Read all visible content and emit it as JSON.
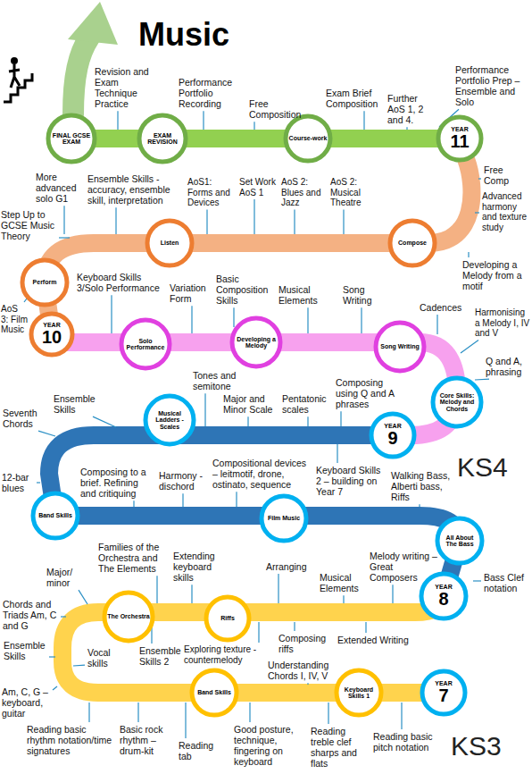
{
  "diagram": {
    "title": "Music",
    "nodes": [
      {
        "text": [
          "FINAL GCSE EXAM"
        ]
      },
      {
        "text": [
          "EXAM REVISION"
        ]
      },
      {
        "text": [
          "Course-work"
        ]
      },
      {
        "text": [
          "YEAR",
          "11"
        ]
      },
      {
        "text": [
          "Listen"
        ]
      },
      {
        "text": [
          "Compose"
        ]
      },
      {
        "text": [
          "Perform"
        ]
      },
      {
        "text": [
          "YEAR",
          "10"
        ]
      },
      {
        "text": [
          "Solo Performance"
        ]
      },
      {
        "text": [
          "Developing a Melody"
        ]
      },
      {
        "text": [
          "Song Writing"
        ]
      },
      {
        "text": [
          "Core Skills: Melody and Chords"
        ]
      },
      {
        "text": [
          "Musical Ladders - Scales"
        ]
      },
      {
        "text": [
          "YEAR",
          "9"
        ]
      },
      {
        "text": [
          "Band Skills"
        ]
      },
      {
        "text": [
          "Film Music"
        ]
      },
      {
        "text": [
          "All About The Bass"
        ]
      },
      {
        "text": [
          "YEAR",
          "8"
        ]
      },
      {
        "text": [
          "The Orchestra"
        ]
      },
      {
        "text": [
          "Riffs"
        ]
      },
      {
        "text": [
          "Band Skills"
        ]
      },
      {
        "text": [
          "Keyboard Skills 1"
        ]
      },
      {
        "text": [
          "YEAR",
          "7"
        ]
      }
    ],
    "labels": [
      "Revision and Exam Technique Practice",
      "Performance Portfolio Recording",
      "Free Composition",
      "Exam Brief Composition",
      "Further AoS 1, 2 and 4.",
      "Performance Portfolio Prep – Ensemble and Solo",
      "Free Comp",
      "Advanced harmony and texture study",
      "Developing a Melody from a motif",
      "AoS 2: Musical Theatre",
      "AoS 2: Blues and Jazz",
      "Set Work AoS 1",
      "AoS1: Forms and Devices",
      "Ensemble Skills - accuracy, ensemble skill, interpretation",
      "More advanced solo G1",
      "Step Up to GCSE Music Theory",
      "AoS 3: Film Music",
      "Keyboard Skills 3/Solo Performance",
      "Variation Form",
      "Basic Composition Skills",
      "Musical Elements",
      "Song Writing",
      "Cadences",
      "Harmonising a Melody I, IV and V",
      "Q and A, phrasing",
      "Composing using Q and A phrases",
      "Pentatonic scales",
      "Major and Minor Scale",
      "Tones and semitone",
      "Ensemble Skills",
      "Seventh Chords",
      "12-bar blues",
      "Composing to a brief. Refining and critiquing",
      "Harmony - dischord",
      "Compositional devices – leitmotif, drone, ostinato, sequence",
      "Keyboard Skills 2 – building on Year 7",
      "Walking Bass, Alberti bass, Riffs",
      "KS4",
      "Bass Clef notation",
      "Melody writing – Great Composers",
      "Musical Elements",
      "Arranging",
      "Extending keyboard skills",
      "Families of the Orchestra and The Elements",
      "Major/ minor",
      "Chords and Triads Am, C and G",
      "Ensemble Skills",
      "Vocal skills",
      "Ensemble Skills 2",
      "Exploring texture - countermelody",
      "Composing riffs",
      "Extended Writing",
      "Understanding Chords I, IV, V",
      "Am, C, G – keyboard, guitar",
      "Reading basic rhythm notation/time signatures",
      "Basic rock rhythm – drum-kit",
      "Reading tab",
      "Good posture, technique, fingering on keyboard",
      "Reading treble clef sharps and flats",
      "Reading basic pitch notation",
      "KS3"
    ]
  }
}
